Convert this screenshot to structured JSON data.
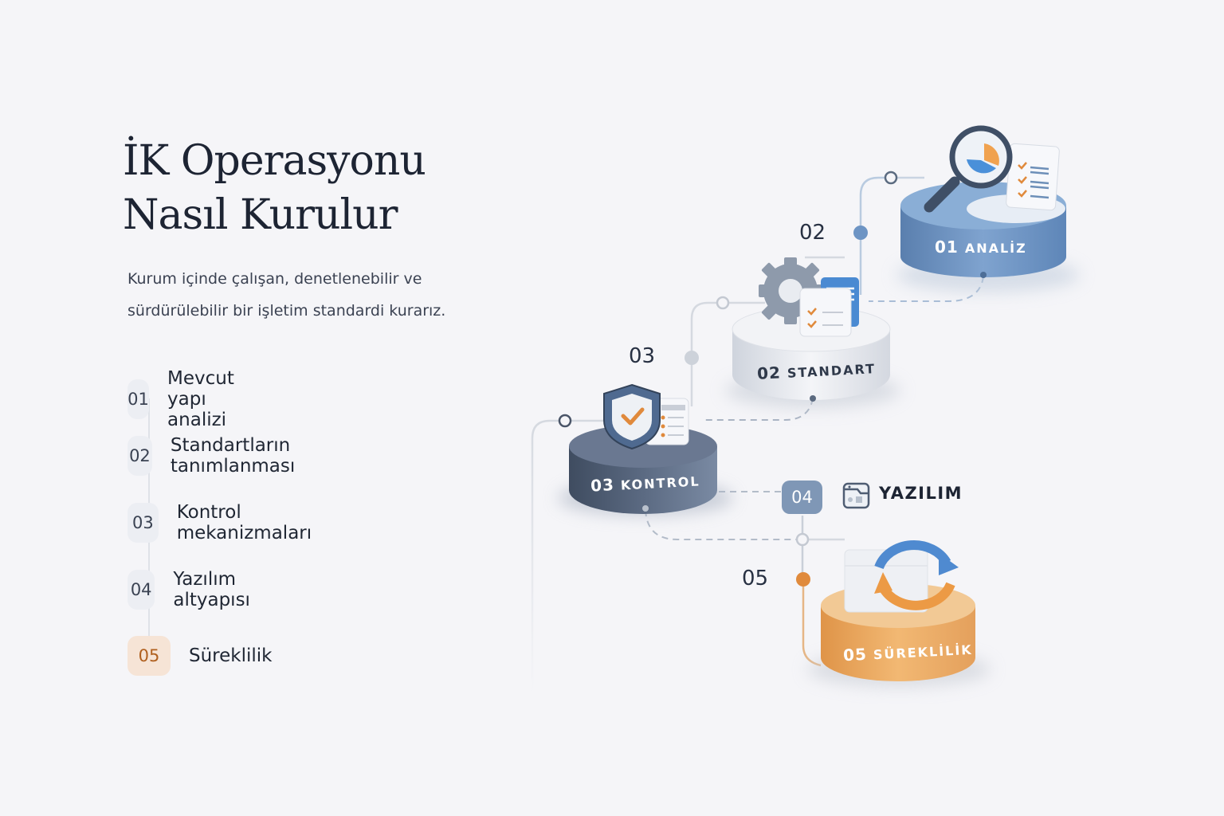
{
  "header": {
    "title_line1": "İK Operasyonu",
    "title_line2": "Nasıl Kurulur",
    "subtitle_line1": "Kurum içinde çalışan, denetlenebilir ve",
    "subtitle_line2": "sürdürülebilir bir işletim standardi kurarız."
  },
  "steps": [
    {
      "num": "01",
      "label": "Mevcut yapı analizi"
    },
    {
      "num": "02",
      "label": "Standartların tanımlanması"
    },
    {
      "num": "03",
      "label": "Kontrol mekanizmaları"
    },
    {
      "num": "04",
      "label": "Yazılım altyapısı"
    },
    {
      "num": "05",
      "label": "Süreklilik"
    }
  ],
  "diagram": {
    "stages": [
      {
        "num": "01",
        "name": "ANALİZ",
        "color": "#5b85b8",
        "icon": "magnifier-chart-icon"
      },
      {
        "num": "02",
        "name": "STANDART",
        "color": "#dde1e8",
        "icon": "gear-document-icon"
      },
      {
        "num": "03",
        "name": "KONTROL",
        "color": "#4b5a70",
        "icon": "shield-check-icon"
      },
      {
        "num": "04",
        "name": "YAZILIM",
        "color": "#7f97b6",
        "icon": "software-window-icon"
      },
      {
        "num": "05",
        "name": "SÜREKLİLİK",
        "color": "#e8a15a",
        "icon": "refresh-cycle-icon"
      }
    ],
    "floating_numbers": [
      "02",
      "03",
      "05"
    ]
  },
  "colors": {
    "background": "#f5f5f8",
    "accent_orange": "#e08a3c",
    "accent_blue": "#5b85b8",
    "text_dark": "#1d2433"
  }
}
